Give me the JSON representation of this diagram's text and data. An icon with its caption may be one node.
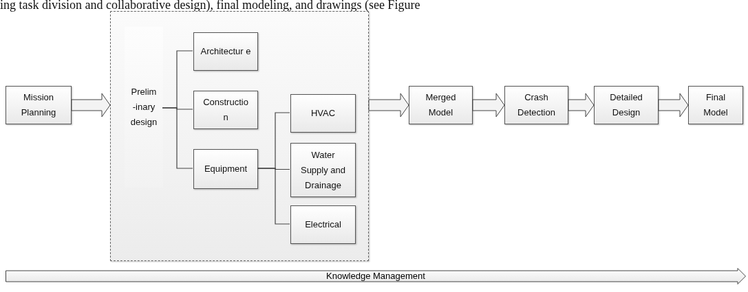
{
  "diagram": {
    "nodes": [
      {
        "text": [
          "Mission Planning"
        ]
      },
      {
        "text": [],
        "shape": "box"
      },
      {
        "text": [
          "Prelim -inary design"
        ],
        "in": 1
      },
      {
        "text": [
          "Architectur e"
        ],
        "in": 1
      },
      {
        "text": [
          "Constructio n"
        ],
        "in": 1
      },
      {
        "text": [
          "Equipment"
        ],
        "in": 1
      },
      {
        "text": [
          "HVAC"
        ],
        "in": 1
      },
      {
        "text": [
          "Water Supply and Drainage"
        ],
        "in": 1
      },
      {
        "text": [
          "Electrical"
        ],
        "in": 1
      },
      {
        "text": [
          "Merged Model"
        ]
      },
      {
        "text": [
          "Crash Detection"
        ]
      },
      {
        "text": [
          "Detailed Design"
        ]
      },
      {
        "text": [
          "Final Model"
        ]
      },
      {
        "text": [
          "Knowledge Management"
        ]
      }
    ],
    "edges": [
      {
        "from": 0,
        "to": 1,
        "arrow": "to"
      },
      {
        "from": 2,
        "to": 3,
        "arrow": "none"
      },
      {
        "from": 2,
        "to": 4,
        "arrow": "none"
      },
      {
        "from": 2,
        "to": 5,
        "arrow": "none"
      },
      {
        "from": 5,
        "to": 6,
        "arrow": "none"
      },
      {
        "from": 5,
        "to": 7,
        "arrow": "none"
      },
      {
        "from": 5,
        "to": 8,
        "arrow": "none"
      },
      {
        "from": 1,
        "to": 9,
        "arrow": "to"
      },
      {
        "from": 9,
        "to": 10,
        "arrow": "to"
      },
      {
        "from": 10,
        "to": 11,
        "arrow": "to"
      },
      {
        "from": 11,
        "to": 12,
        "arrow": "to"
      }
    ],
    "labels": [
      "ing task division and collaborative design), final modeling, and drawings (see Figure"
    ]
  }
}
